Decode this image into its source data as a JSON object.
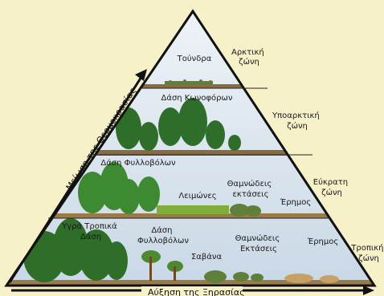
{
  "zones": [
    {
      "zone_label": [
        "Αρκτική",
        "ζώνη"
      ],
      "band_labels": [
        {
          "lines": [
            "Τούνδρα"
          ]
        }
      ]
    },
    {
      "zone_label": [
        "Υποαρκτική",
        "ζώνη"
      ],
      "band_labels": [
        {
          "lines": [
            "Δάση Κωνοφόρων"
          ]
        }
      ]
    },
    {
      "zone_label": [
        "Εύκρατη",
        "ζώνη"
      ],
      "band_labels": [
        {
          "lines": [
            "Δάση Φυλλοβόλων"
          ]
        },
        {
          "lines": [
            "Λειμώνες"
          ]
        },
        {
          "lines": [
            "Θαμνώδεις",
            "εκτάσεις"
          ]
        },
        {
          "lines": [
            "Έρημος"
          ]
        }
      ]
    },
    {
      "zone_label": [
        "Τροπική",
        "ζώνη"
      ],
      "band_labels": [
        {
          "lines": [
            "Υγρά Τροπικά",
            "Δάση"
          ]
        },
        {
          "lines": [
            "Δάση",
            "Φυλλοβόλων"
          ]
        },
        {
          "lines": [
            "Σαβάνα"
          ]
        },
        {
          "lines": [
            "Θαμνώδεις",
            "Εκτάσεις"
          ]
        },
        {
          "lines": [
            "Έρημος"
          ]
        }
      ]
    }
  ],
  "axes": {
    "left_arrow_label": "Μείωση της Θερμοκρασίας",
    "bottom_arrow_label": "Αύξηση της Ξηρασίας"
  },
  "colors": {
    "background": "#f6f1c9",
    "sky": "#dbe6ef",
    "ground": "#8a6a3f",
    "conifer": "#2e6e2a",
    "deciduous": "#3d8a33",
    "grass": "#7fae3a",
    "shrub": "#5f7f3a",
    "outline": "#111111"
  }
}
